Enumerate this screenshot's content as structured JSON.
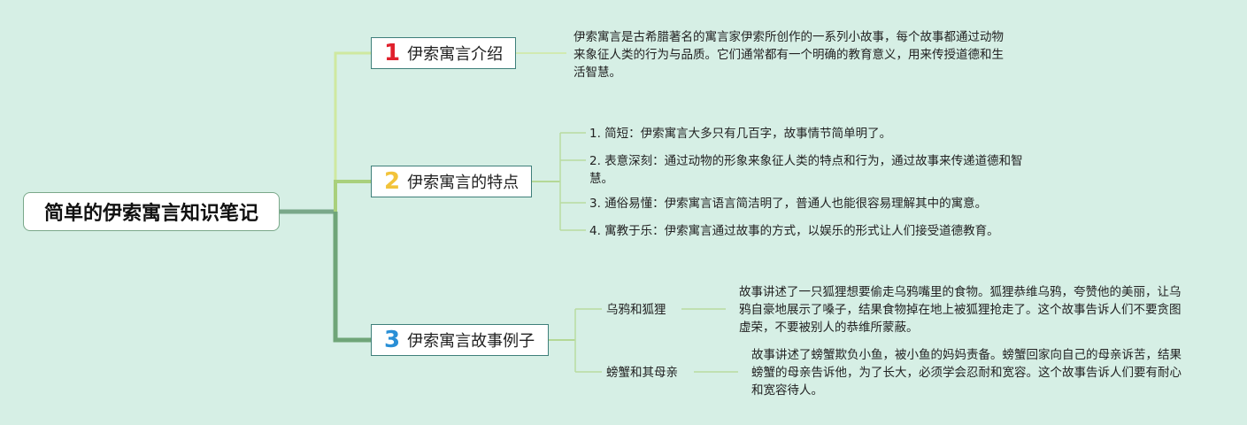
{
  "root": {
    "title": "简单的伊索寓言知识笔记"
  },
  "branches": [
    {
      "number": "1",
      "number_color": "#e0202c",
      "label": "伊索寓言介绍",
      "description": "伊索寓言是古希腊著名的寓言家伊索所创作的一系列小故事，每个故事都通过动物来象征人类的行为与品质。它们通常都有一个明确的教育意义，用来传授道德和生活智慧。"
    },
    {
      "number": "2",
      "number_color": "#f2c33a",
      "label": "伊索寓言的特点",
      "items": [
        "1. 简短：伊索寓言大多只有几百字，故事情节简单明了。",
        "2. 表意深刻：通过动物的形象来象征人类的特点和行为，通过故事来传递道德和智慧。",
        "3. 通俗易懂：伊索寓言语言简洁明了，普通人也能很容易理解其中的寓意。",
        "4. 寓教于乐：伊索寓言通过故事的方式，以娱乐的形式让人们接受道德教育。"
      ]
    },
    {
      "number": "3",
      "number_color": "#2a8fd6",
      "label": "伊索寓言故事例子",
      "examples": [
        {
          "title": "乌鸦和狐狸",
          "text": "故事讲述了一只狐狸想要偷走乌鸦嘴里的食物。狐狸恭维乌鸦，夸赞他的美丽，让乌鸦自豪地展示了嗓子，结果食物掉在地上被狐狸抢走了。这个故事告诉人们不要贪图虚荣，不要被别人的恭维所蒙蔽。"
        },
        {
          "title": "螃蟹和其母亲",
          "text": "故事讲述了螃蟹欺负小鱼，被小鱼的妈妈责备。螃蟹回家向自己的母亲诉苦，结果螃蟹的母亲告诉他，为了长大，必须学会忍耐和宽容。这个故事告诉人们要有耐心和宽容待人。"
        }
      ]
    }
  ],
  "colors": {
    "background": "#d6efe5",
    "trunk": "#7aa88a",
    "branch1": "#cfe8a0",
    "branch2": "#a9d07c",
    "branch3": "#6fa578",
    "topic_border": "#3e7f7a"
  }
}
